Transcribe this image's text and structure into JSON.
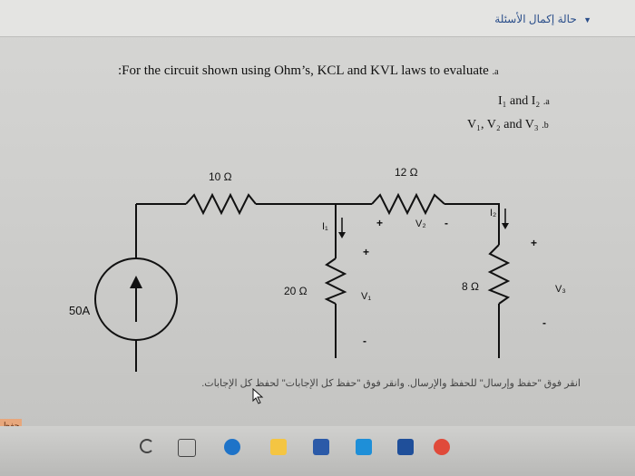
{
  "header": {
    "status_text": "حالة إكمال الأسئلة"
  },
  "question": {
    "intro": ":For the circuit shown using Ohm’s, KCL and KVL laws to evaluate",
    "intro_marker": ".a",
    "part_a_marker": ".a",
    "part_a": "I₁ and I₂",
    "part_b_marker": ".b",
    "part_b": "V₁, V₂ and V₃"
  },
  "circuit": {
    "source": "50A",
    "r_top_left": "10 Ω",
    "r_top_right": "12 Ω",
    "r_mid": "20 Ω",
    "r_right": "8 Ω",
    "i1": "I₁",
    "i2": "I₂",
    "v1": "V₁",
    "v2": "V₂",
    "v3": "V₃",
    "plus": "+",
    "minus": "-"
  },
  "footer": {
    "instructions": "انقر فوق \"حفظ وإرسال\" للحفظ والإرسال. وانقر فوق \"حفظ كل الإجابات\" لحفظ كل الإجابات.",
    "edge_tab": "حفظ"
  }
}
